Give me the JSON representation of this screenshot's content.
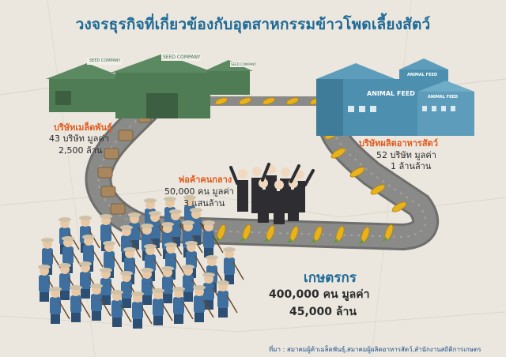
{
  "title": "วงจรธุรกิจที่เกี่ยวข้องกับอุตสาหกรรมข้าวโพดเลี้ยงสัตว์",
  "seed_company": {
    "building_label": "SEED COMPANY",
    "heading": "บริษัทเมล็ดพันธุ์",
    "line1": "43 บริษัท มูลค่า",
    "line2": "2,500 ล้าน"
  },
  "animal_feed": {
    "building_label": "ANIMAL FEED",
    "heading": "บริษัทผลิตอาหารสัตว์",
    "line1": "52 บริษัท มูลค่า",
    "line2": "1 ล้านล้าน"
  },
  "middleman": {
    "heading": "พ่อค้าคนกลาง",
    "line1": "50,000 คน มูลค่า",
    "line2": "3 แสนล้าน"
  },
  "farmers": {
    "heading": "เกษตรกร",
    "line1": "400,000 คน มูลค่า",
    "line2": "45,000 ล้าน"
  },
  "source": {
    "line1": "ที่มา : สมาคมผู้ค้าเมล็ดพันธุ์,สมาคมผู้ผลิตอาหารสัตว์,สำนักงานสถิติการเกษตร"
  },
  "colors": {
    "title": "#1d6a96",
    "accent": "#e25a1c",
    "seed_building": "#4f7c55",
    "feed_building": "#4d8fae",
    "belt": "#8a8a88"
  }
}
